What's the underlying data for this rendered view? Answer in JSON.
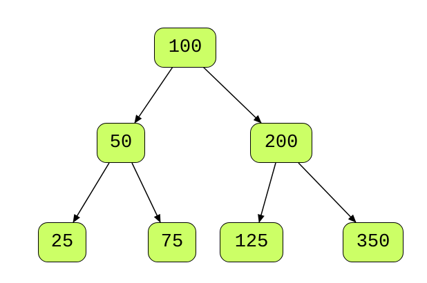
{
  "colors": {
    "node_fill": "#ccff66",
    "node_border": "#000000",
    "edge": "#000000"
  },
  "nodes": {
    "root": "100",
    "left": "50",
    "right": "200",
    "left_left": "25",
    "left_right": "75",
    "right_left": "125",
    "right_right": "350"
  },
  "edges": [
    [
      "100",
      "50"
    ],
    [
      "100",
      "200"
    ],
    [
      "50",
      "25"
    ],
    [
      "50",
      "75"
    ],
    [
      "200",
      "125"
    ],
    [
      "200",
      "350"
    ]
  ]
}
